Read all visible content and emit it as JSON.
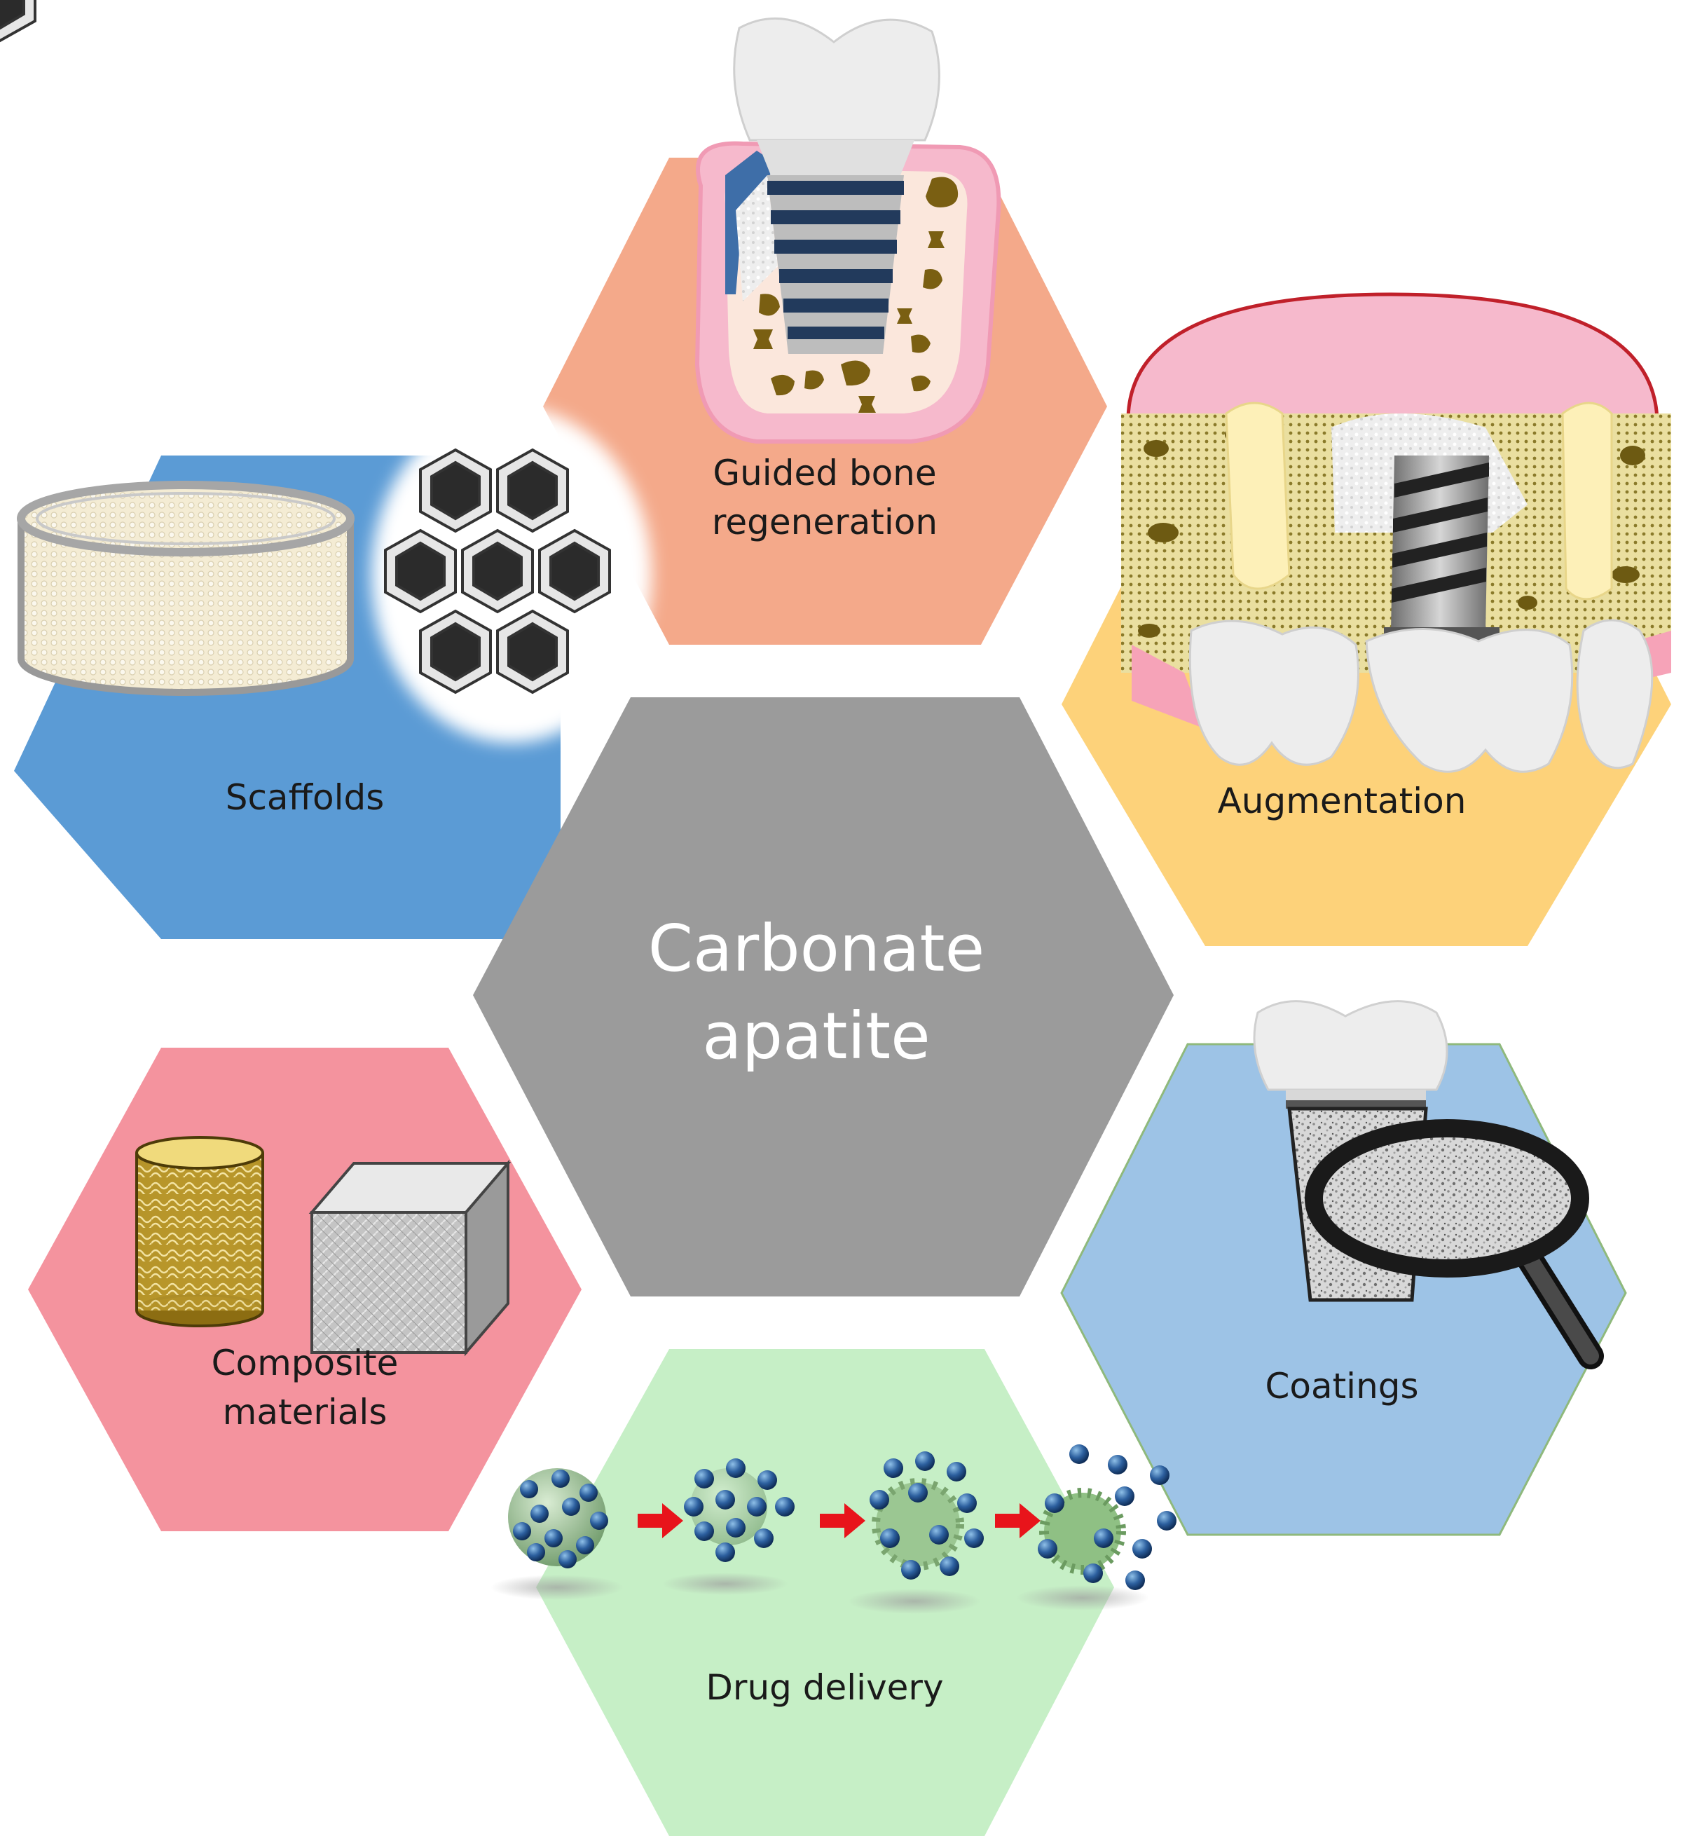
{
  "center": {
    "line1": "Carbonate",
    "line2": "apatite",
    "color": "#9b9b9b"
  },
  "applications": {
    "guided_bone_regeneration": {
      "line1": "Guided bone",
      "line2": "regeneration",
      "color": "#f4a98a"
    },
    "augmentation": {
      "label": "Augmentation",
      "color": "#fdd27a"
    },
    "scaffolds": {
      "label": "Scaffolds",
      "color": "#5b9bd5"
    },
    "composite_materials": {
      "line1": "Composite",
      "line2": "materials",
      "color": "#f4939e"
    },
    "coatings": {
      "label": "Coatings",
      "color": "#9dc3e6"
    },
    "drug_delivery": {
      "label": "Drug delivery",
      "color": "#c6efc6"
    }
  },
  "icons": {
    "guided_bone_regeneration": "dental-implant-in-bone-icon",
    "augmentation": "ridge-augmentation-icon",
    "scaffolds": "porous-scaffold-icon",
    "composite_materials": "composite-block-icon",
    "coatings": "coated-implant-magnifier-icon",
    "drug_delivery": "drug-release-particles-icon"
  }
}
